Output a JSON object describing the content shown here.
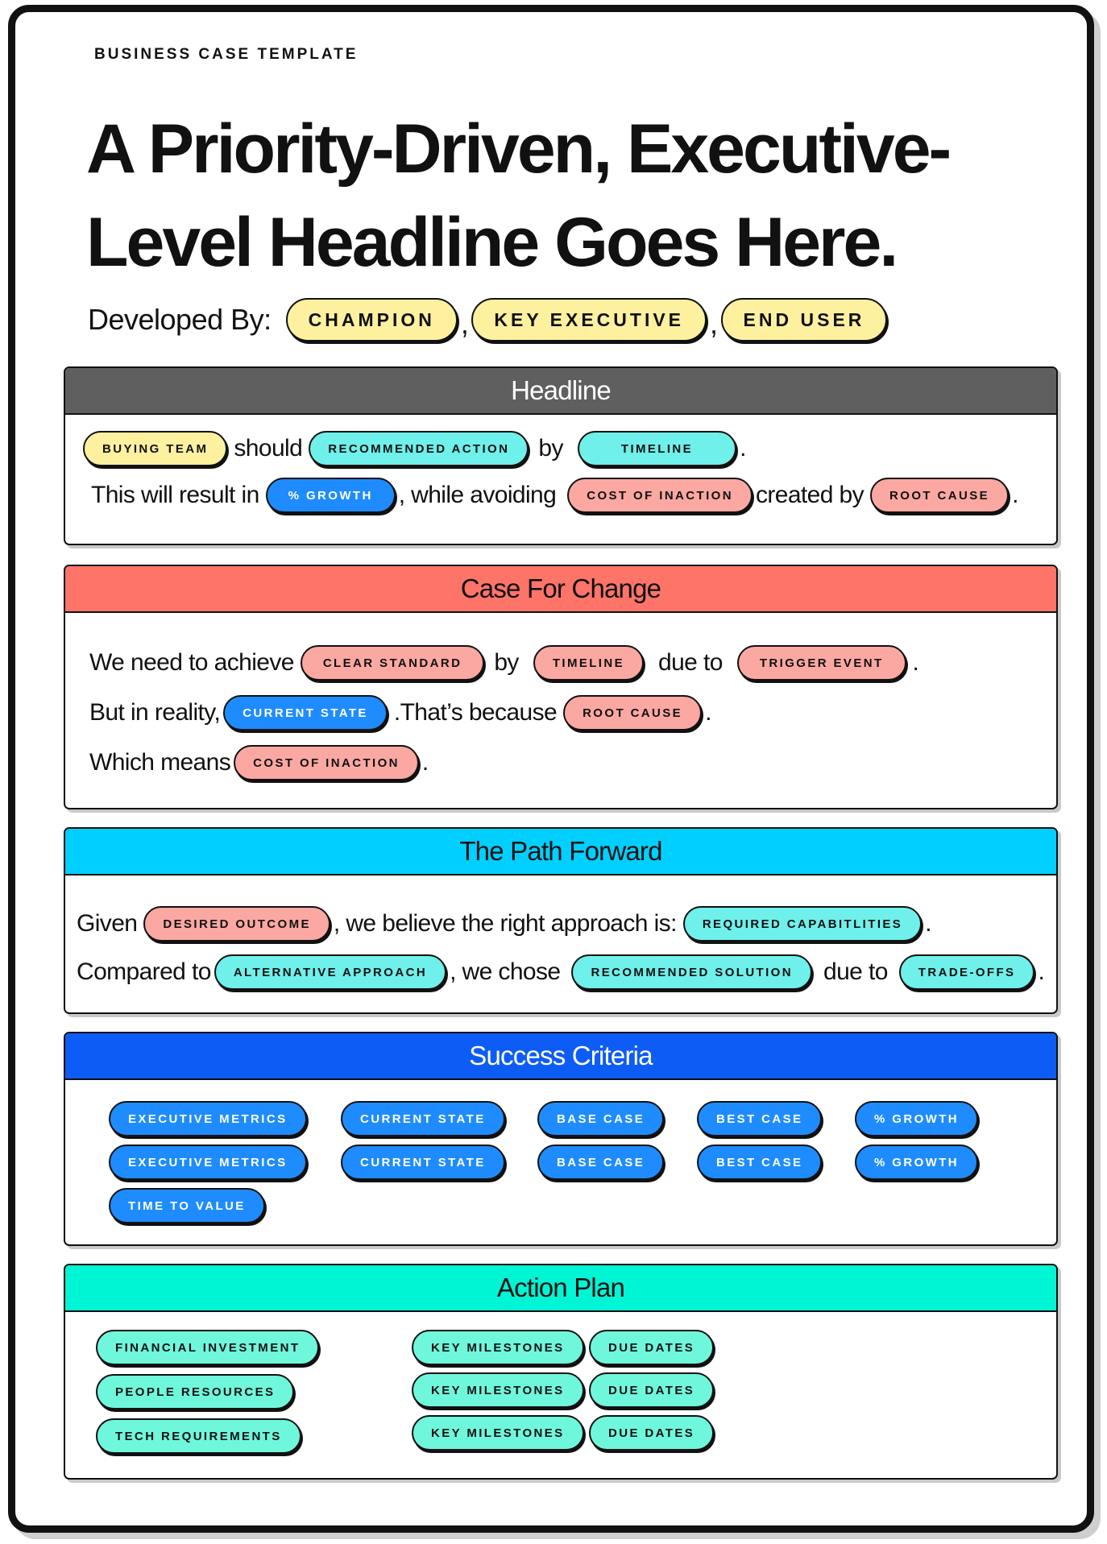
{
  "eyebrow": "BUSINESS CASE TEMPLATE",
  "headline": "A Priority-Driven, Executive-Level Headline Goes Here.",
  "developed_by": {
    "label": "Developed By:",
    "roles": [
      "CHAMPION",
      "KEY EXECUTIVE",
      "END USER"
    ]
  },
  "sections": {
    "headline": {
      "title": "Headline",
      "color": "#5f5f5f",
      "line1": {
        "p1": "BUYING TEAM",
        "t1": "should",
        "p2": "RECOMMENDED ACTION",
        "t2": "by",
        "p3": "TIMELINE",
        "t3": "."
      },
      "line2": {
        "t1": "This will result in",
        "p1": "% GROWTH",
        "t2": ", while avoiding",
        "p2": "COST OF INACTION",
        "t3": "created by",
        "p3": "ROOT CAUSE",
        "t4": "."
      }
    },
    "case_for_change": {
      "title": "Case For Change",
      "color": "#ff7468",
      "line1": {
        "t1": "We need to achieve",
        "p1": "CLEAR STANDARD",
        "t2": "by",
        "p2": "TIMELINE",
        "t3": "due to",
        "p3": "TRIGGER EVENT",
        "t4": "."
      },
      "line2": {
        "t1": "But in reality,",
        "p1": "CURRENT STATE",
        "t2": ".That’s because",
        "p2": "ROOT CAUSE",
        "t3": "."
      },
      "line3": {
        "t1": "Which means",
        "p1": "COST OF INACTION",
        "t2": "."
      }
    },
    "path_forward": {
      "title": "The Path Forward",
      "color": "#00cfff",
      "line1": {
        "t1": "Given",
        "p1": "DESIRED OUTCOME",
        "t2": ", we believe the right approach is:",
        "p2": "REQUIRED CAPABITLITIES",
        "t3": "."
      },
      "line2": {
        "t1": "Compared to",
        "p1": "ALTERNATIVE APPROACH",
        "t2": ", we chose",
        "p2": "RECOMMENDED SOLUTION",
        "t3": "due to",
        "p3": "TRADE-OFFS",
        "t4": "."
      }
    },
    "success_criteria": {
      "title": "Success Criteria",
      "color": "#0d5cf5",
      "items": [
        "EXECUTIVE METRICS",
        "CURRENT STATE",
        "BASE CASE",
        "BEST CASE",
        "% GROWTH",
        "EXECUTIVE METRICS",
        "CURRENT STATE",
        "BASE CASE",
        "BEST CASE",
        "% GROWTH",
        "TIME TO VALUE"
      ]
    },
    "action_plan": {
      "title": "Action Plan",
      "color": "#00f5d4",
      "resources": [
        "FINANCIAL INVESTMENT",
        "PEOPLE RESOURCES",
        "TECH REQUIREMENTS"
      ],
      "milestones": [
        "KEY MILESTONES",
        "KEY MILESTONES",
        "KEY MILESTONES"
      ],
      "due_dates": [
        "DUE DATES",
        "DUE DATES",
        "DUE DATES"
      ]
    }
  }
}
